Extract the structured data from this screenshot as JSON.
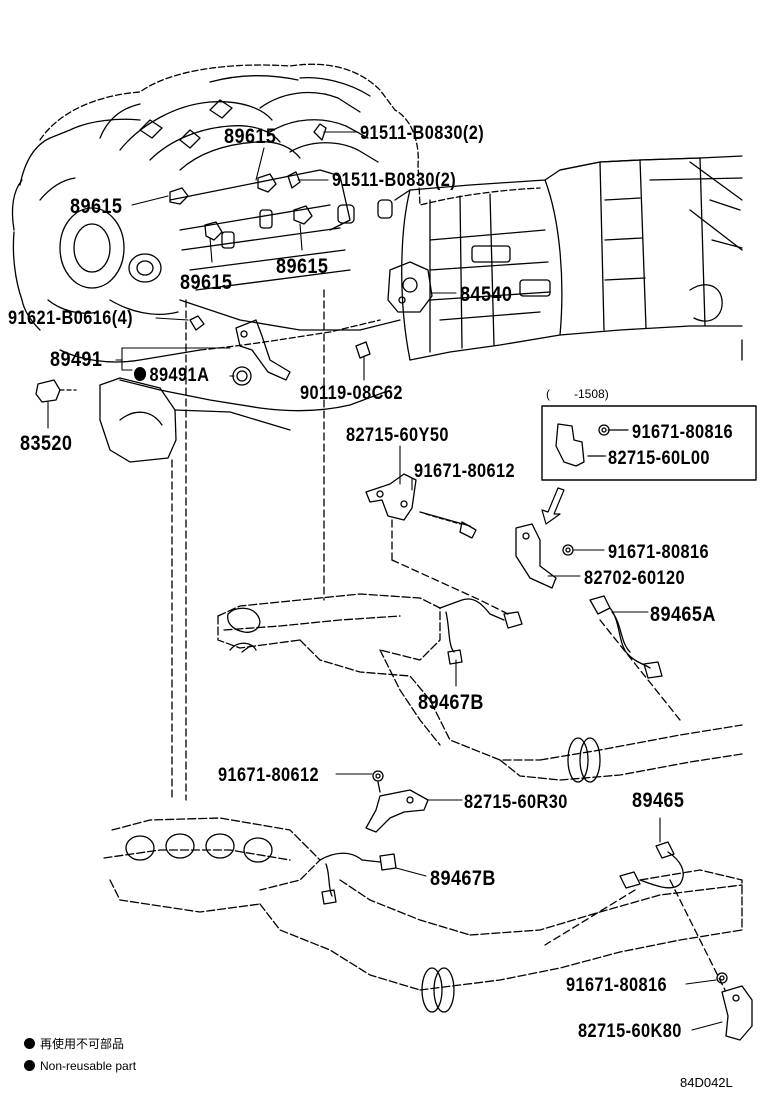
{
  "labels": {
    "l89615_a": "89615",
    "l91511_a": "91511-B0830(2)",
    "l91511_b": "91511-B0830(2)",
    "l89615_b": "89615",
    "l89615_c": "89615",
    "l89615_d": "89615",
    "l84540": "84540",
    "l91621": "91621-B0616(4)",
    "l89491": "89491",
    "l89491A": "89491A",
    "l90119": "90119-08C62",
    "l83520": "83520",
    "l82715_60Y50": "82715-60Y50",
    "l91671_80612_a": "91671-80612",
    "l91671_80816_a": "91671-80816",
    "l82715_60L00": "82715-60L00",
    "l91671_80816_b": "91671-80816",
    "l82702": "82702-60120",
    "l89465A": "89465A",
    "l89467B_a": "89467B",
    "l91671_80612_b": "91671-80612",
    "l82715_60R30": "82715-60R30",
    "l89465": "89465",
    "l89467B_b": "89467B",
    "l91671_80816_c": "91671-80816",
    "l82715_60K80": "82715-60K80"
  },
  "inset_note": "(　　-1508)",
  "legend": {
    "jp": "再使用不可部品",
    "en": "Non-reusable part"
  },
  "diagram_code": "84D042L"
}
